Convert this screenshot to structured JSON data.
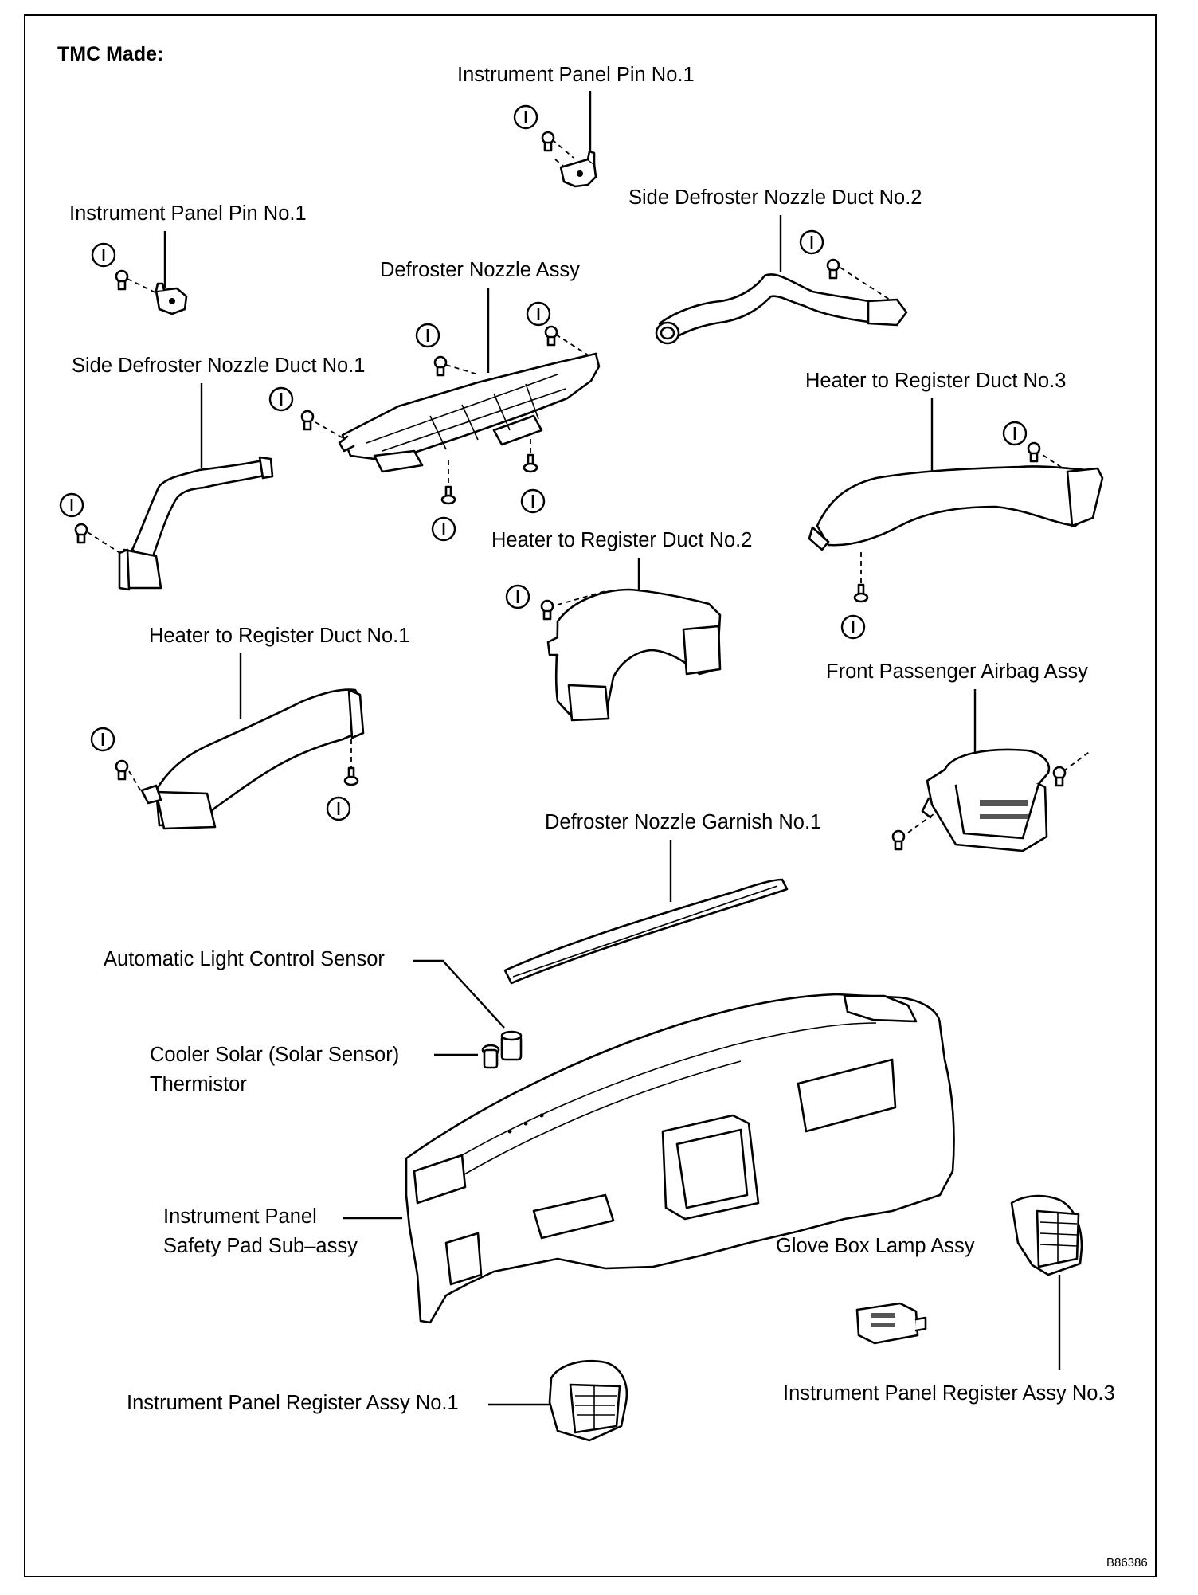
{
  "header": {
    "title": "TMC Made:"
  },
  "footer": {
    "figure_code": "B86386"
  },
  "colors": {
    "line": "#000000",
    "background": "#ffffff"
  },
  "clip_symbol": "I",
  "parts": {
    "instrument_panel_pin_top": "Instrument Panel Pin No.1",
    "instrument_panel_pin_left": "Instrument Panel Pin No.1",
    "side_defroster_duct_2": "Side Defroster Nozzle Duct No.2",
    "defroster_nozzle_assy": "Defroster Nozzle Assy",
    "side_defroster_duct_1": "Side Defroster Nozzle Duct No.1",
    "heater_register_duct_3": "Heater to Register Duct No.3",
    "heater_register_duct_2": "Heater to Register Duct No.2",
    "heater_register_duct_1": "Heater to Register Duct No.1",
    "front_passenger_airbag": "Front Passenger Airbag Assy",
    "defroster_garnish_1": "Defroster Nozzle Garnish No.1",
    "auto_light_sensor": "Automatic Light Control Sensor",
    "cooler_solar_thermistor_line1": "Cooler Solar (Solar Sensor)",
    "cooler_solar_thermistor_line2": "Thermistor",
    "instrument_panel_pad_line1": "Instrument Panel",
    "instrument_panel_pad_line2": "Safety Pad Sub–assy",
    "glove_box_lamp": "Glove Box Lamp Assy",
    "register_assy_1": "Instrument Panel Register Assy No.1",
    "register_assy_3": "Instrument Panel Register Assy No.3"
  }
}
